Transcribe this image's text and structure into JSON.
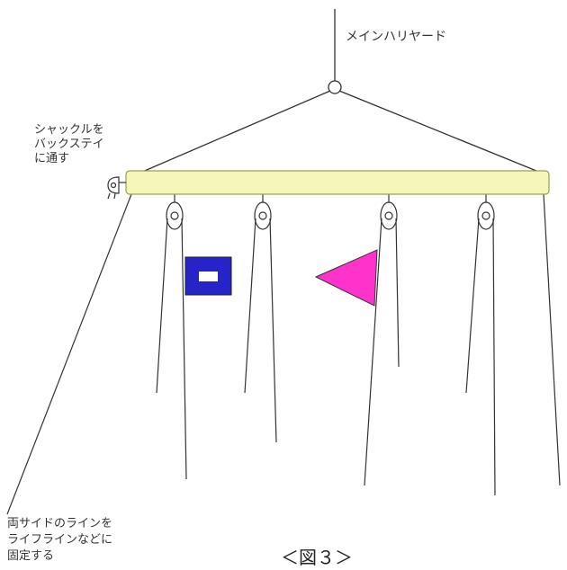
{
  "labels": {
    "main_halyard": "メインハリヤード",
    "shackle": [
      "シャックルを",
      "バックステイ",
      "に通す"
    ],
    "side_lines": [
      "両サイドのラインを",
      "ライフラインなどに",
      "固定する"
    ]
  },
  "caption": "＜図３＞",
  "colors": {
    "line": "#333333",
    "pole_fill": "#f4f7b8",
    "pole_stroke": "#9aa05a",
    "flag_square": "#2424c8",
    "flag_triangle": "#ff33cc"
  }
}
